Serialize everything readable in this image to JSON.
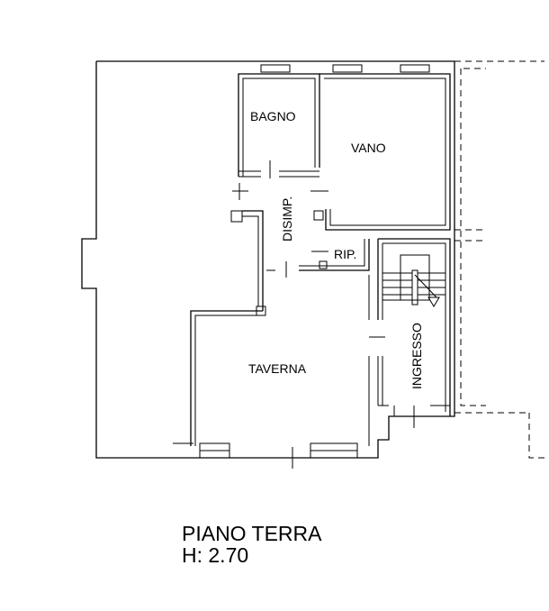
{
  "rooms": {
    "bagno": "BAGNO",
    "vano": "VANO",
    "disimp": "DISIMP.",
    "rip": "RIP.",
    "taverna": "TAVERNA",
    "ingresso": "INGRESSO"
  },
  "title": {
    "floor": "PIANO TERRA",
    "height": "H: 2.70"
  }
}
